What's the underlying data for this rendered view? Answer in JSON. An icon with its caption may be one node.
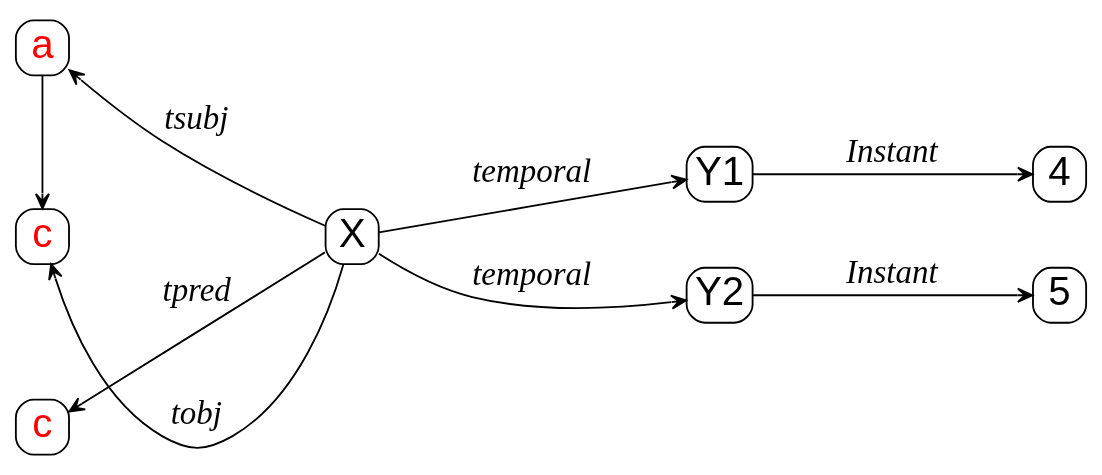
{
  "diagram": {
    "nodes": [
      {
        "text": [
          "a"
        ]
      },
      {
        "text": [
          "c"
        ]
      },
      {
        "text": [
          "c"
        ]
      },
      {
        "text": [
          "X"
        ]
      },
      {
        "text": [
          "Y1"
        ]
      },
      {
        "text": [
          "Y2"
        ]
      },
      {
        "text": [
          "4"
        ]
      },
      {
        "text": [
          "5"
        ]
      }
    ],
    "edges": [
      {
        "from": 3,
        "to": 0,
        "arrow": "to",
        "label": "tsubj"
      },
      {
        "from": 3,
        "to": 1,
        "arrow": "to",
        "label": "tpred"
      },
      {
        "from": 3,
        "to": 2,
        "arrow": "to",
        "label": "tobj"
      },
      {
        "from": 3,
        "to": 4,
        "arrow": "to",
        "label": "temporal"
      },
      {
        "from": 3,
        "to": 5,
        "arrow": "to",
        "label": "temporal"
      },
      {
        "from": 4,
        "to": 6,
        "arrow": "to",
        "label": "Instant"
      },
      {
        "from": 5,
        "to": 7,
        "arrow": "to",
        "label": "Instant"
      },
      {
        "from": 0,
        "to": 2,
        "arrow": "to"
      }
    ]
  }
}
